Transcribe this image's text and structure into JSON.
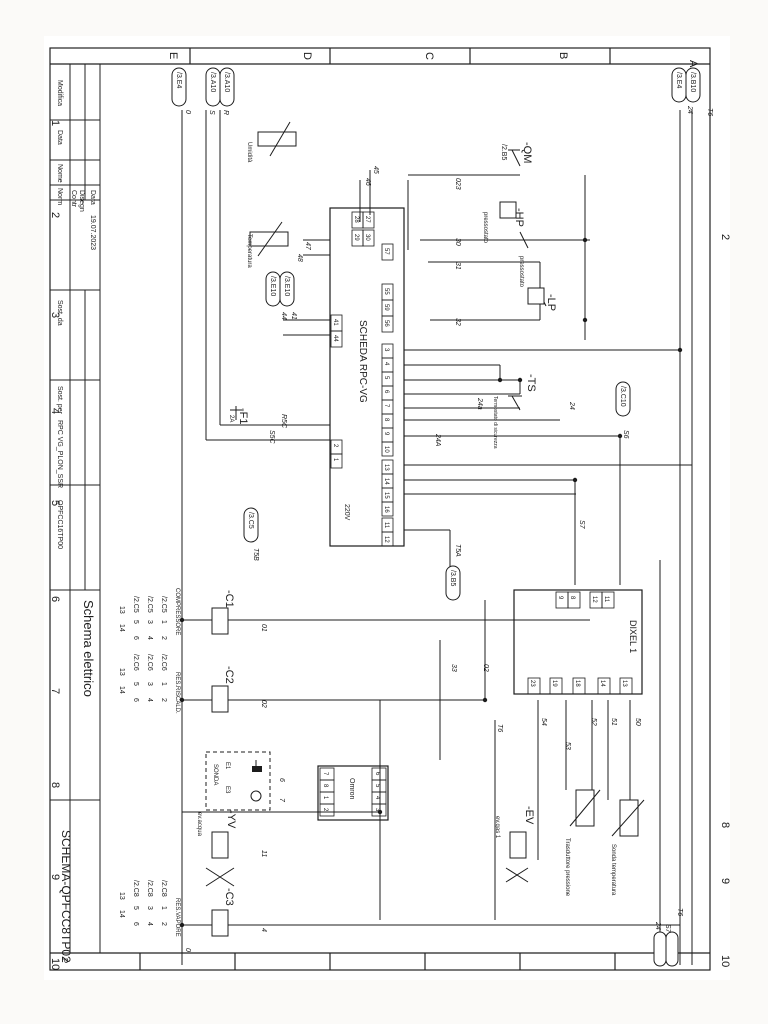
{
  "title_block": {
    "col_modifica": "Modifica",
    "col_data": "Data",
    "col_nome": "Nome",
    "col_norm": "Norm",
    "row_data": "Data",
    "row_disegn": "Disegn",
    "row_contr": "Contr",
    "date": "19.07.2023",
    "sost_da": "Sost. da",
    "sost_per": "Sost. per",
    "ref_code": "RPC VG_PLON_SSR",
    "drawing_code": "QPFCC16TP00",
    "schema_title": "Schema elettrico",
    "drawing_number": "SCHEMA-QPFCC8TP02",
    "corner_mark": "P"
  },
  "frame": {
    "column_numbers": [
      "1",
      "2",
      "3",
      "4",
      "5",
      "6",
      "7",
      "8",
      "9",
      "10"
    ],
    "row_letters": [
      "A",
      "B",
      "C",
      "D",
      "E"
    ]
  },
  "boards": {
    "rpc": {
      "name": "SCHEDA RPC-VG",
      "voltage": "220V",
      "terminals_top": [
        "27",
        "28",
        "29",
        "30",
        "57",
        "55",
        "59",
        "56",
        "41",
        "44"
      ],
      "terminals_right": [
        "3",
        "4",
        "5",
        "6",
        "7",
        "8",
        "9",
        "10",
        "13",
        "14",
        "15",
        "16",
        "11",
        "12"
      ],
      "terminals_bottom": [
        "2",
        "1"
      ]
    },
    "dixel": {
      "name": "DIXEL 1",
      "terminals_top": [
        "9",
        "8",
        "12",
        "11"
      ],
      "terminals_bottom": [
        "23",
        "19",
        "18",
        "14",
        "13"
      ]
    },
    "omron": {
      "name": "Omron",
      "terminals": [
        "6",
        "5",
        "4",
        "3",
        "7",
        "8",
        "1",
        "2"
      ]
    }
  },
  "components": {
    "qm": "-QM",
    "qm_ref": "/2.B5",
    "hp": "-HP",
    "hp_label": "pressostato",
    "lp": "-LP",
    "lp_label": "pressostato",
    "ts": "-TS",
    "ts_label": "Termostato di sicurezza",
    "f1": "-F1",
    "f1_rating": "2A",
    "c1": "-C1",
    "c2": "-C2",
    "c3": "-C3",
    "yv": "-YV",
    "yv_label": "ev.acqua",
    "ev": "-EV",
    "ev_label": "ev.gas 1",
    "sonda": "SONDA",
    "sonda_e1": "E1",
    "sonda_e3": "E3",
    "umidita": "Umidità",
    "temperatura": "Temperatura",
    "sonda_temperatura": "Sonda temperatura",
    "trasduttore_pressione": "Trasduttore pressione",
    "compressore": "COMPRESSORE",
    "res_riscald": "RES.RISCALD.",
    "res_vapore": "RES.VAPORE"
  },
  "refs": {
    "b10_top": "/3.B10",
    "e4_top": "/3.E4",
    "a10a": "/3.A10",
    "a10b": "/3.A10",
    "e4_left": "/3.E4",
    "c10": "/3.C10",
    "e10a": "/3.E10",
    "e10b": "/3.E10",
    "c5": "/3.C5",
    "b5": "/3.B5"
  },
  "wires": {
    "t6_top": "T6",
    "n24_top": "24",
    "r": "R",
    "s": "S",
    "zero_left": "0",
    "zero_right": "0",
    "w45": "45",
    "w46": "46",
    "w47": "47",
    "w48": "48",
    "w023": "023",
    "w30": "30",
    "w31": "31",
    "w32": "32",
    "w41": "41",
    "w44": "44",
    "w24": "24",
    "w24a": "24a",
    "w24A": "24A",
    "s6": "S6",
    "s7": "S7",
    "t5a": "T5A",
    "t5b": "T5B",
    "r5c": "R5C",
    "s5c": "S5C",
    "w01": "01",
    "w02": "02",
    "w33": "33",
    "w50": "50",
    "w51": "51",
    "w52": "52",
    "w53": "53",
    "w54": "54",
    "t6": "T6",
    "w6": "6",
    "w7": "7",
    "w11": "11",
    "w4": "4",
    "t6_right": "T6",
    "s7_right": "S7",
    "n24_right": "24"
  },
  "contacts": {
    "c5_refs": [
      "/2.C5",
      "/2.C5",
      "/2.C5"
    ],
    "c6_refs": [
      "/2.C6",
      "/2.C6",
      "/2.C6"
    ],
    "c8_refs": [
      "/2.C8",
      "/2.C8",
      "/2.C8"
    ],
    "pairs": [
      [
        "1",
        "2"
      ],
      [
        "3",
        "4"
      ],
      [
        "5",
        "6"
      ],
      [
        "13",
        "14"
      ]
    ]
  }
}
